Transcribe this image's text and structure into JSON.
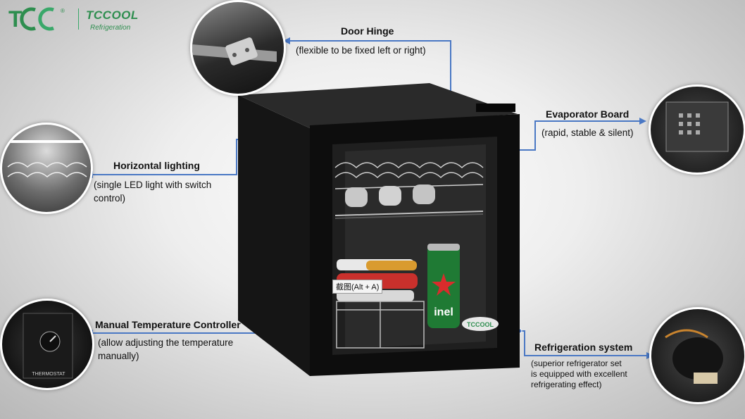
{
  "logo": {
    "mark": "TCC",
    "reg": "®",
    "name": "TCCOOL",
    "sub": "Refrigeration"
  },
  "callouts": {
    "door_hinge": {
      "title": "Door Hinge",
      "desc": "(flexible to be fixed left or right)"
    },
    "evaporator": {
      "title": "Evaporator Board",
      "desc": "(rapid, stable & silent)"
    },
    "lighting": {
      "title": "Horizontal lighting",
      "desc1": "(single LED light with switch",
      "desc2": "control)"
    },
    "temp": {
      "title": "Manual Temperature Controller",
      "desc1": "(allow adjusting the temperature",
      "desc2": "manually)"
    },
    "refrig": {
      "title": "Refrigeration system",
      "desc1": "(superior refrigerator set",
      "desc2": "is equipped with excellent",
      "desc3": "refrigerating effect)"
    }
  },
  "product": {
    "overlay_label": "截图(Alt + A)",
    "door_logo": "TCCOOL",
    "can_text": "inel",
    "thermostat_label": "THERMOSTAT"
  },
  "colors": {
    "accent_line": "#4a78c4",
    "brand_green": "#2e8e4f"
  }
}
